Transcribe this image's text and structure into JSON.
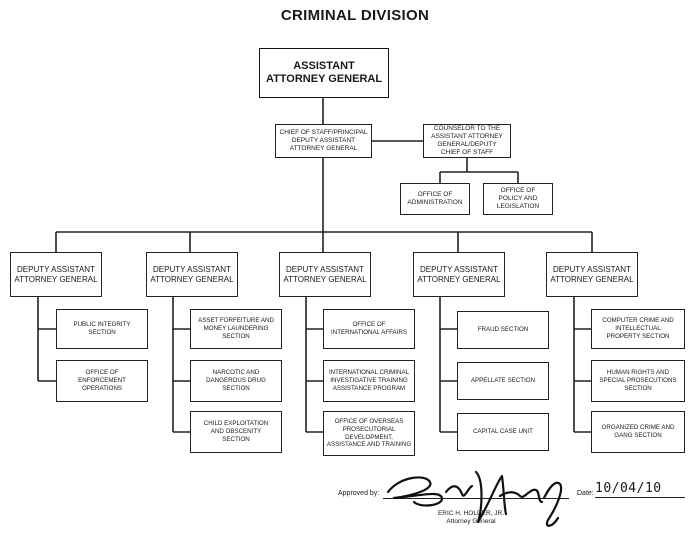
{
  "title": "CRIMINAL DIVISION",
  "top": {
    "line1": "ASSISTANT",
    "line2": "ATTORNEY GENERAL"
  },
  "chief": {
    "line1": "CHIEF OF STAFF/PRINCIPAL",
    "line2": "DEPUTY ASSISTANT",
    "line3": "ATTORNEY GENERAL"
  },
  "counselor": {
    "line1": "COUNSELOR TO THE",
    "line2": "ASSISTANT ATTORNEY",
    "line3": "GENERAL/DEPUTY",
    "line4": "CHIEF OF STAFF"
  },
  "administration": {
    "line1": "OFFICE OF",
    "line2": "ADMINISTRATION"
  },
  "policy": {
    "line1": "OFFICE OF",
    "line2": "POLICY AND",
    "line3": "LEGISLATION"
  },
  "deputies": [
    {
      "line1": "DEPUTY ASSISTANT",
      "line2": "ATTORNEY GENERAL",
      "sections": [
        {
          "lines": [
            "PUBLIC INTEGRITY",
            "SECTION"
          ]
        },
        {
          "lines": [
            "OFFICE OF",
            "ENFORCEMENT",
            "OPERATIONS"
          ]
        }
      ]
    },
    {
      "line1": "DEPUTY ASSISTANT",
      "line2": "ATTORNEY GENERAL",
      "sections": [
        {
          "lines": [
            "ASSET FORFEITURE AND",
            "MONEY LAUNDERING",
            "SECTION"
          ]
        },
        {
          "lines": [
            "NARCOTIC AND",
            "DANGEROUS DRUG",
            "SECTION"
          ]
        },
        {
          "lines": [
            "CHILD EXPLOITATION",
            "AND OBSCENITY",
            "SECTION"
          ]
        }
      ]
    },
    {
      "line1": "DEPUTY ASSISTANT",
      "line2": "ATTORNEY GENERAL",
      "sections": [
        {
          "lines": [
            "OFFICE OF",
            "INTERNATIONAL AFFAIRS"
          ]
        },
        {
          "lines": [
            "INTERNATIONAL CRIMINAL",
            "INVESTIGATIVE TRAINING",
            "ASSISTANCE PROGRAM"
          ]
        },
        {
          "lines": [
            "OFFICE OF OVERSEAS",
            "PROSECUTORIAL",
            "DEVELOPMENT,",
            "ASSISTANCE AND TRAINING"
          ]
        }
      ]
    },
    {
      "line1": "DEPUTY ASSISTANT",
      "line2": "ATTORNEY GENERAL",
      "sections": [
        {
          "lines": [
            "FRAUD SECTION"
          ]
        },
        {
          "lines": [
            "APPELLATE SECTION"
          ]
        },
        {
          "lines": [
            "CAPITAL CASE UNIT"
          ]
        }
      ]
    },
    {
      "line1": "DEPUTY ASSISTANT",
      "line2": "ATTORNEY GENERAL",
      "sections": [
        {
          "lines": [
            "COMPUTER CRIME AND",
            "INTELLECTUAL",
            "PROPERTY SECTION"
          ]
        },
        {
          "lines": [
            "HUMAN RIGHTS AND",
            "SPECIAL PROSECUTIONS",
            "SECTION"
          ]
        },
        {
          "lines": [
            "ORGANIZED CRIME AND",
            "GANG SECTION"
          ]
        }
      ]
    }
  ],
  "approval": {
    "approved_label": "Approved by:",
    "date_label": "Date:",
    "date_value": "10/04/10",
    "signer_name": "ERIC H. HOLDER, JR.",
    "signer_title": "Attorney General"
  }
}
